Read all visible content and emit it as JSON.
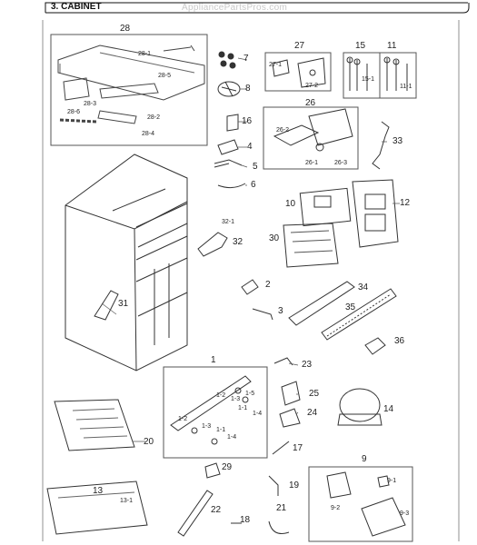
{
  "header": {
    "section": "3. CABINET",
    "watermark": "AppliancePartsPros.com"
  },
  "labels": {
    "l28": "28",
    "l28_1": "28-1",
    "l28_5": "28-5",
    "l28_3": "28-3",
    "l28_2": "28-2",
    "l28_6": "28-6",
    "l28_4": "28-4",
    "l7": "7",
    "l8": "8",
    "l27": "27",
    "l27_1": "27-1",
    "l27_2": "27-2",
    "l15": "15",
    "l15_1": "15-1",
    "l11": "11",
    "l11_1": "11-1",
    "l16": "16",
    "l26": "26",
    "l26_2": "26-2",
    "l26_1": "26-1",
    "l26_3": "26-3",
    "l33": "33",
    "l4": "4",
    "l5": "5",
    "l6": "6",
    "l10": "10",
    "l12": "12",
    "l32_1": "32-1",
    "l32": "32",
    "l30": "30",
    "l2": "2",
    "l3": "3",
    "l34": "34",
    "l35": "35",
    "l31": "31",
    "l36": "36",
    "l1": "1",
    "l1_2": "1-2",
    "l1_3": "1-3",
    "l1_1": "1-1",
    "l1_4": "1-4",
    "l1_5": "1-5",
    "l1_3b": "1-3",
    "l1_2b": "1-2",
    "l1_1b": "1-1",
    "l1_4b": "1-4",
    "l23": "23",
    "l25": "25",
    "l24": "24",
    "l14": "14",
    "l20": "20",
    "l17": "17",
    "l29": "29",
    "l19": "19",
    "l9": "9",
    "l9_1": "9-1",
    "l9_2": "9-2",
    "l9_3": "9-3",
    "l13": "13",
    "l13_1": "13-1",
    "l22": "22",
    "l18": "18",
    "l21": "21"
  }
}
